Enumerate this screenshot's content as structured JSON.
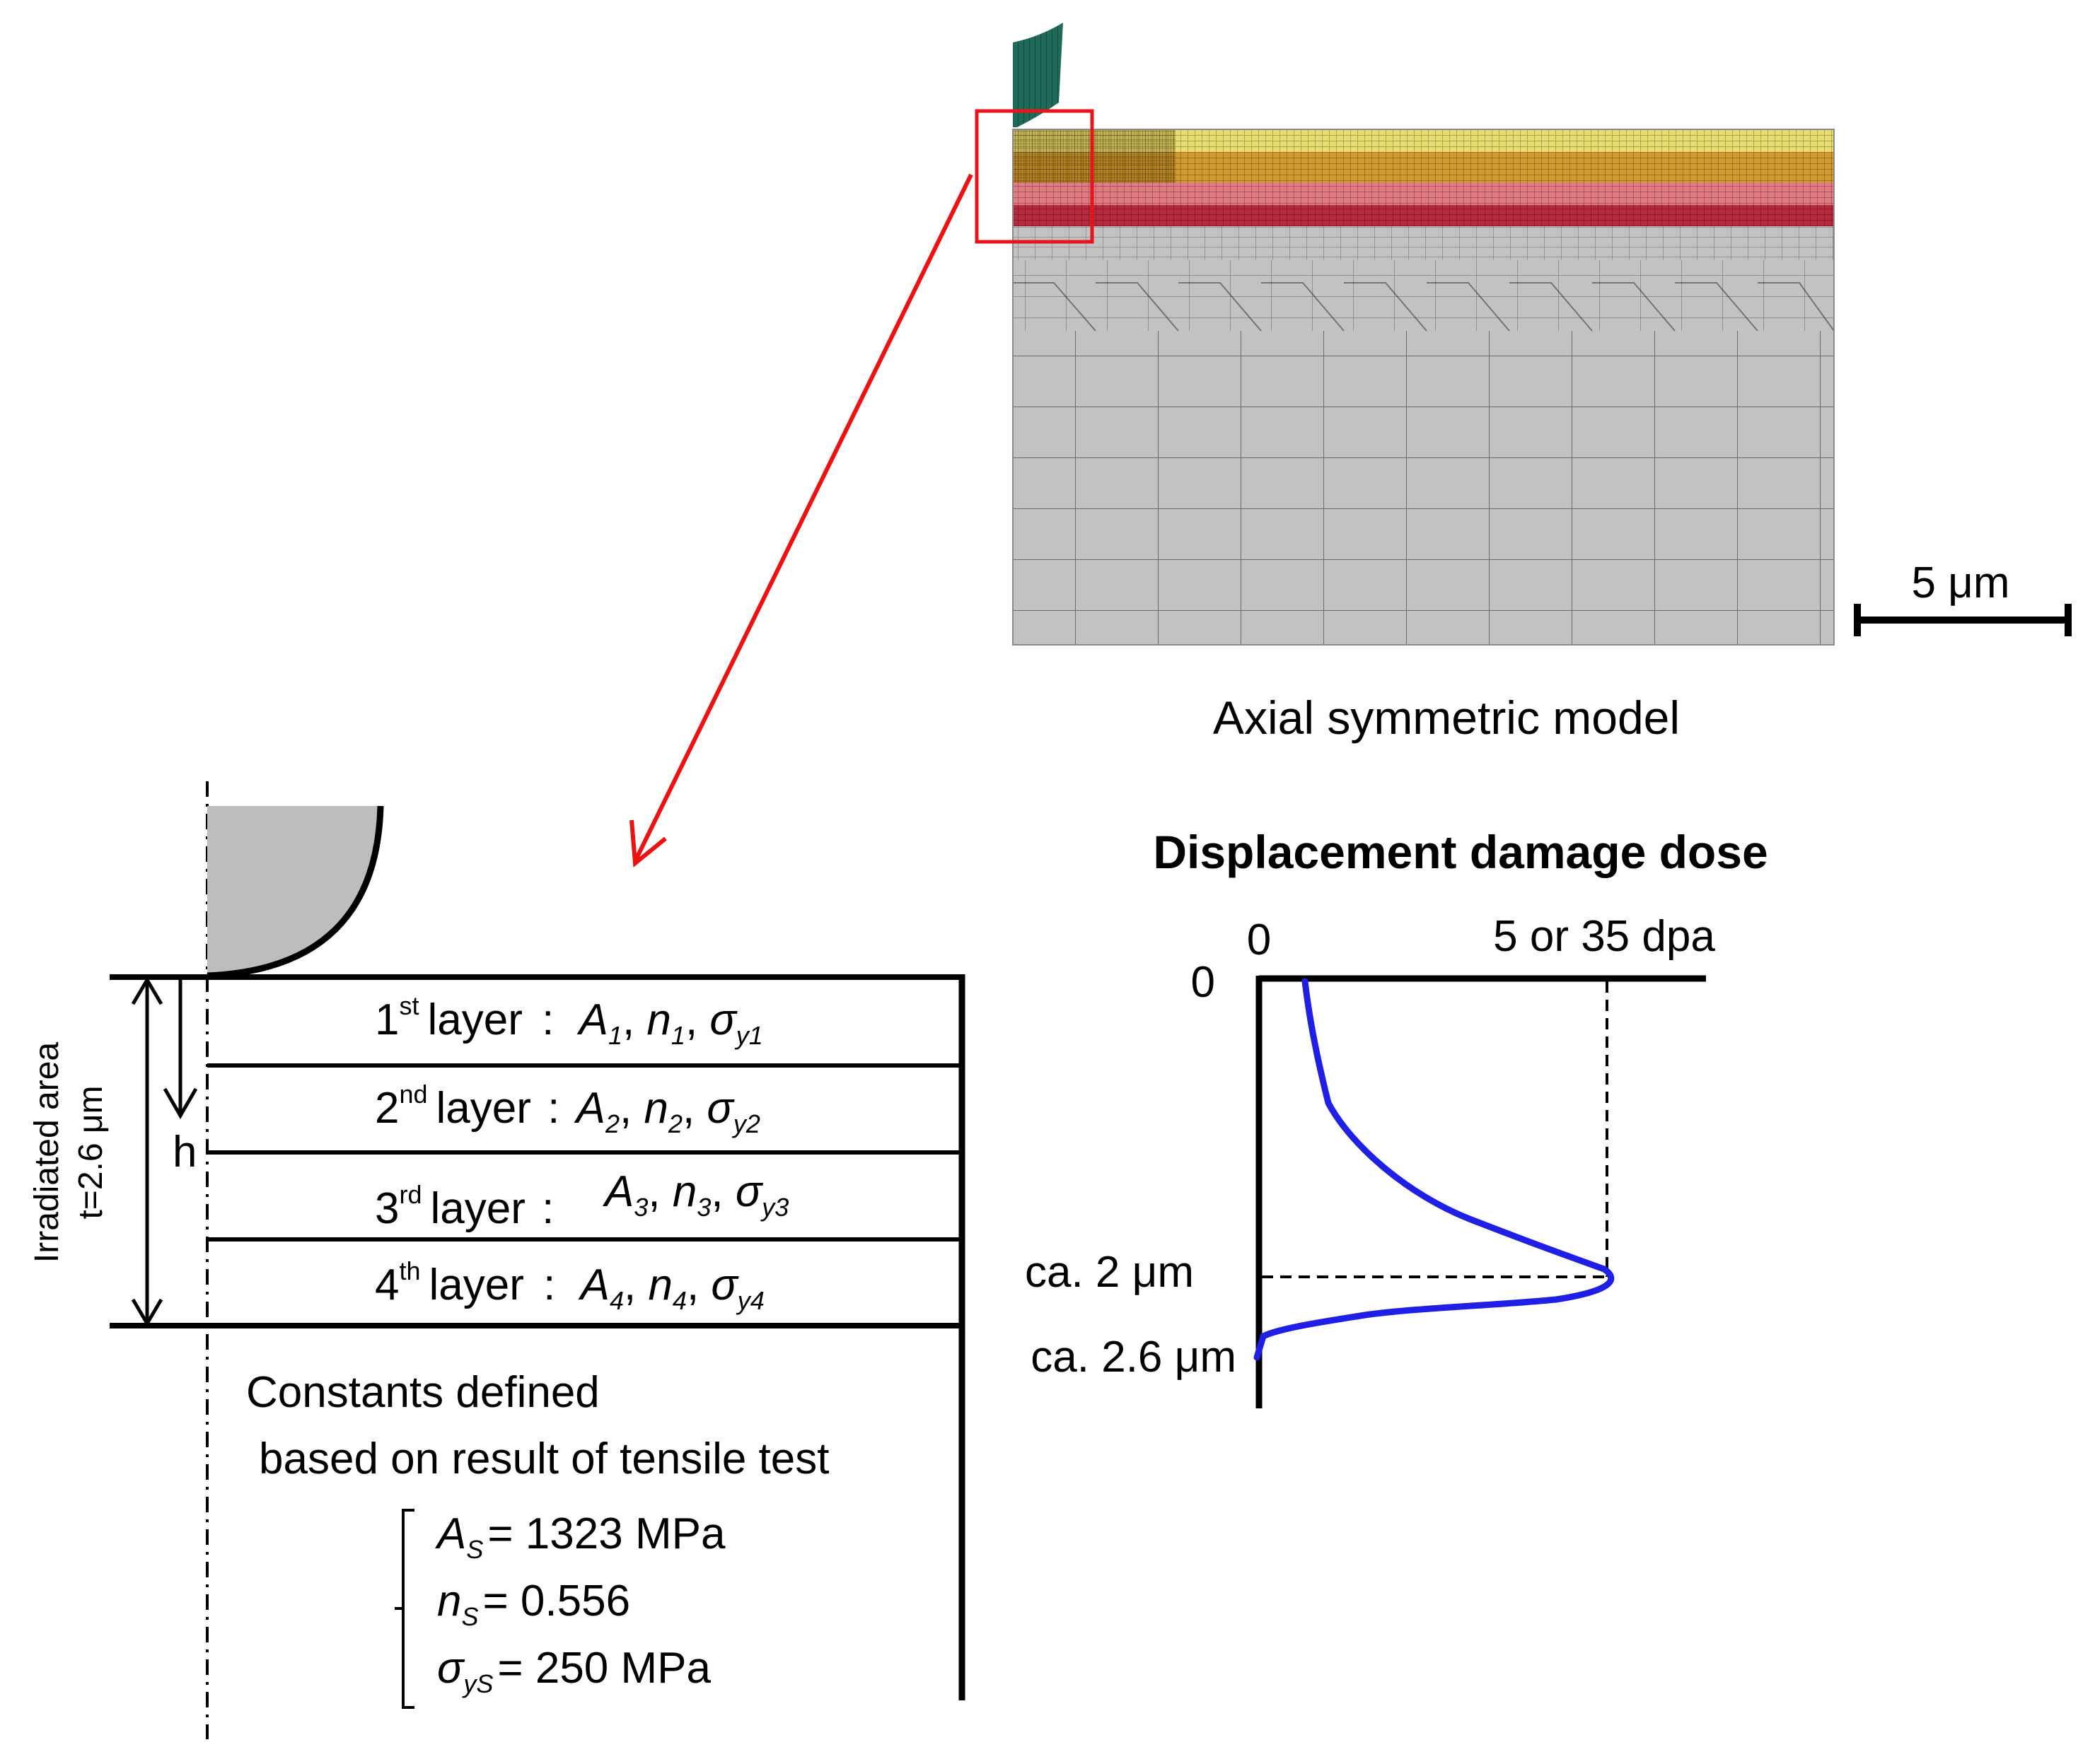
{
  "model": {
    "title": "Axial symmetric model",
    "scale_bar_label": "5 μm"
  },
  "indent_schematic": {
    "side_label_line1": "Irradiated area",
    "side_label_line2": "t=2.6 μm",
    "depth_label": "h",
    "layers": [
      {
        "ordinal": "1",
        "suffix": "st",
        "A": "A",
        "A_sub": "1",
        "n": "n",
        "n_sub": "1",
        "sigma": "σ",
        "sigma_sub": "y1"
      },
      {
        "ordinal": "2",
        "suffix": "nd",
        "A": "A",
        "A_sub": "2",
        "n": "n",
        "n_sub": "2",
        "sigma": "σ",
        "sigma_sub": "y2"
      },
      {
        "ordinal": "3",
        "suffix": "rd",
        "A": "A",
        "A_sub": "3",
        "n": "n",
        "n_sub": "3",
        "sigma": "σ",
        "sigma_sub": "y3"
      },
      {
        "ordinal": "4",
        "suffix": "th",
        "A": "A",
        "A_sub": "4",
        "n": "n",
        "n_sub": "4",
        "sigma": "σ",
        "sigma_sub": "y4"
      }
    ],
    "layer_word": "layer",
    "constants_line1": "Constants defined",
    "constants_line2": "based on result of  tensile test",
    "constants": [
      {
        "sym": "A",
        "sub": "S",
        "value": "= 1323 MPa"
      },
      {
        "sym": "n",
        "sub": "S",
        "value": "= 0.556"
      },
      {
        "sym": "σ",
        "sub": "yS",
        "value": "= 250 MPa"
      }
    ]
  },
  "dose_profile": {
    "title": "Displacement damage dose",
    "x_min_label": "0",
    "x_max_label": "5 or 35 dpa",
    "y_zero_label": "0",
    "peak_depth_label": "ca. 2 μm",
    "end_depth_label": "ca. 2.6 μm",
    "curve_color": "#1f1fe6"
  },
  "colors": {
    "highlight_box": "#e8141c",
    "arrow": "#ee1111",
    "layer_yellow": "#e7dc6e",
    "layer_orange": "#d49b2e",
    "layer_pink": "#e27b82",
    "layer_red": "#b82a3c",
    "substrate_gray": "#c2c2c2",
    "indenter_green": "#1f6a58"
  }
}
